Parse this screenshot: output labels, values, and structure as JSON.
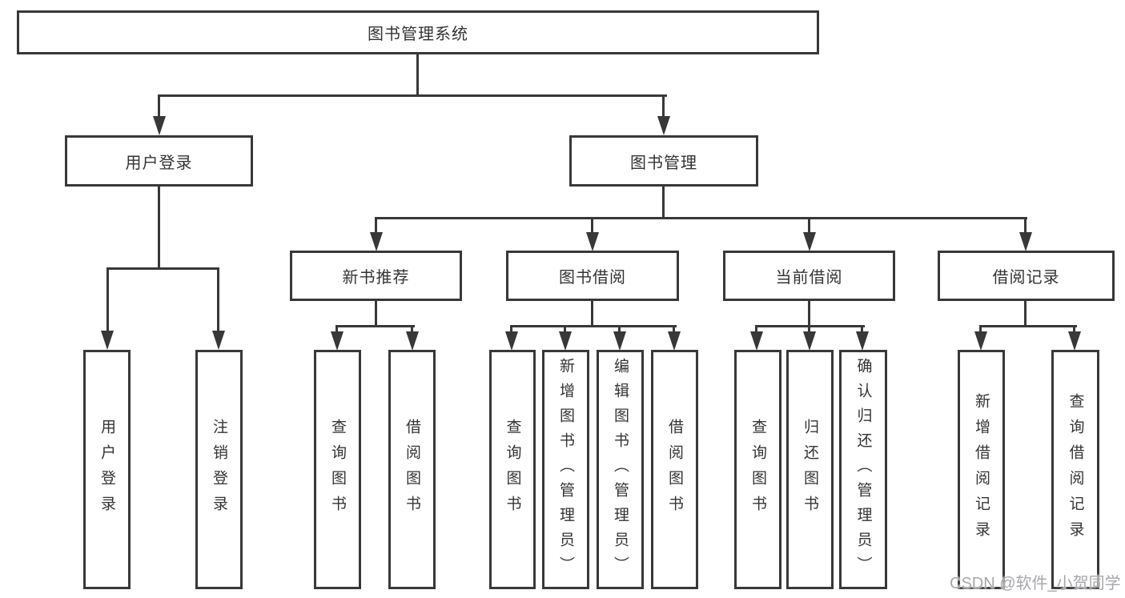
{
  "diagram": {
    "root": {
      "label": "图书管理系统"
    },
    "branches": [
      {
        "label": "用户登录",
        "children": [
          {
            "label": "用户登录"
          },
          {
            "label": "注销登录"
          }
        ]
      },
      {
        "label": "图书管理",
        "groups": [
          {
            "label": "新书推荐",
            "children": [
              {
                "label": "查询图书"
              },
              {
                "label": "借阅图书"
              }
            ]
          },
          {
            "label": "图书借阅",
            "children": [
              {
                "label": "查询图书"
              },
              {
                "label": "新增图书（管理员）"
              },
              {
                "label": "编辑图书（管理员）"
              },
              {
                "label": "借阅图书"
              }
            ]
          },
          {
            "label": "当前借阅",
            "children": [
              {
                "label": "查询图书"
              },
              {
                "label": "归还图书"
              },
              {
                "label": "确认归还（管理员）"
              }
            ]
          },
          {
            "label": "借阅记录",
            "children": [
              {
                "label": "新增借阅记录"
              },
              {
                "label": "查询借阅记录"
              }
            ]
          }
        ]
      }
    ],
    "watermark": "CSDN @软件_小贺同学",
    "colors": {
      "line": "#383838",
      "text": "#333333",
      "watermark": "#a7a7ab",
      "background": "#ffffff"
    }
  }
}
